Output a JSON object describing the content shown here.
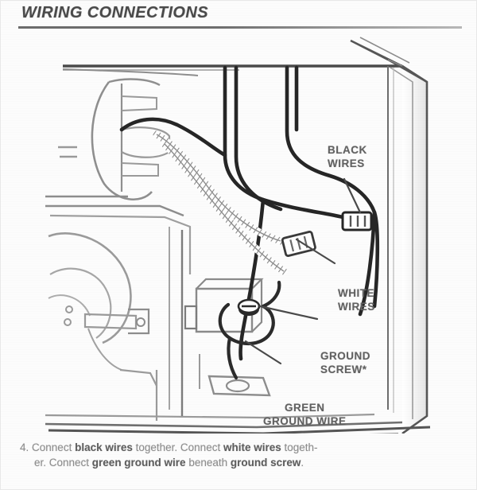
{
  "page": {
    "title": "WIRING CONNECTIONS",
    "background_color": "#fcfcfc",
    "ink_color": "#4a4a4a"
  },
  "diagram": {
    "subject": "appliance-cabinet-wiring-cutaway",
    "callouts": [
      {
        "id": "black-wires",
        "line1": "BLACK",
        "line2": "WIRES"
      },
      {
        "id": "white-wires",
        "line1": "WHITE",
        "line2": "WIRES"
      },
      {
        "id": "ground-screw",
        "line1": "GROUND",
        "line2": "SCREW*"
      },
      {
        "id": "green-ground",
        "line1": "GREEN",
        "line2": "GROUND WIRE"
      }
    ]
  },
  "caption": {
    "step_number": "4.",
    "line1_a": "Connect ",
    "line1_bold1": "black wires",
    "line1_b": " together. Connect ",
    "line1_bold2": "white wires",
    "line1_c": " togeth-",
    "line2_a": "er. Connect ",
    "line2_bold1": "green ground wire",
    "line2_b": " beneath ",
    "line2_bold2": "ground screw",
    "line2_c": "."
  }
}
